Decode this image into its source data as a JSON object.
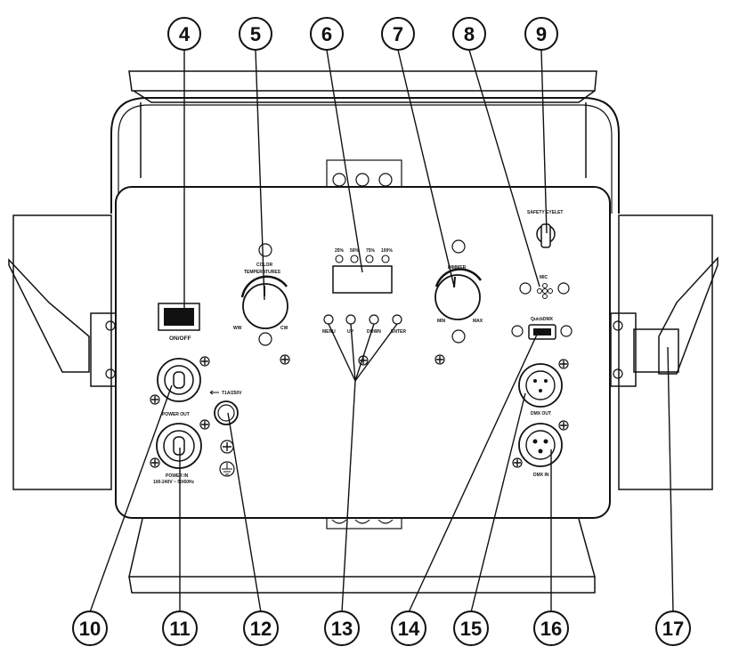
{
  "callouts": {
    "c4": "4",
    "c5": "5",
    "c6": "6",
    "c7": "7",
    "c8": "8",
    "c9": "9",
    "c10": "10",
    "c11": "11",
    "c12": "12",
    "c13": "13",
    "c14": "14",
    "c15": "15",
    "c16": "16",
    "c17": "17"
  },
  "panel": {
    "onoff": "ON/OFF",
    "color_temp_1": "COLOR",
    "color_temp_2": "TEMPERATURES",
    "ww": "WW",
    "cw": "CW",
    "pct25": "25%",
    "pct50": "50%",
    "pct75": "75%",
    "pct100": "100%",
    "menu": "MENU",
    "up": "UP",
    "down": "DOWN",
    "enter": "ENTER",
    "dimmer": "DIMMER",
    "min": "MIN",
    "max": "MAX",
    "mic": "MIC",
    "safety": "SAFETY EYELET",
    "quick_dmx": "QuickDMX",
    "power_out": "POWER OUT",
    "power_in": "POWER IN",
    "power_in_spec": "100-240V ~ 50/60Hz",
    "fuse": "T1A/250V",
    "dmx_out": "DMX OUT",
    "dmx_in": "DMX IN"
  }
}
